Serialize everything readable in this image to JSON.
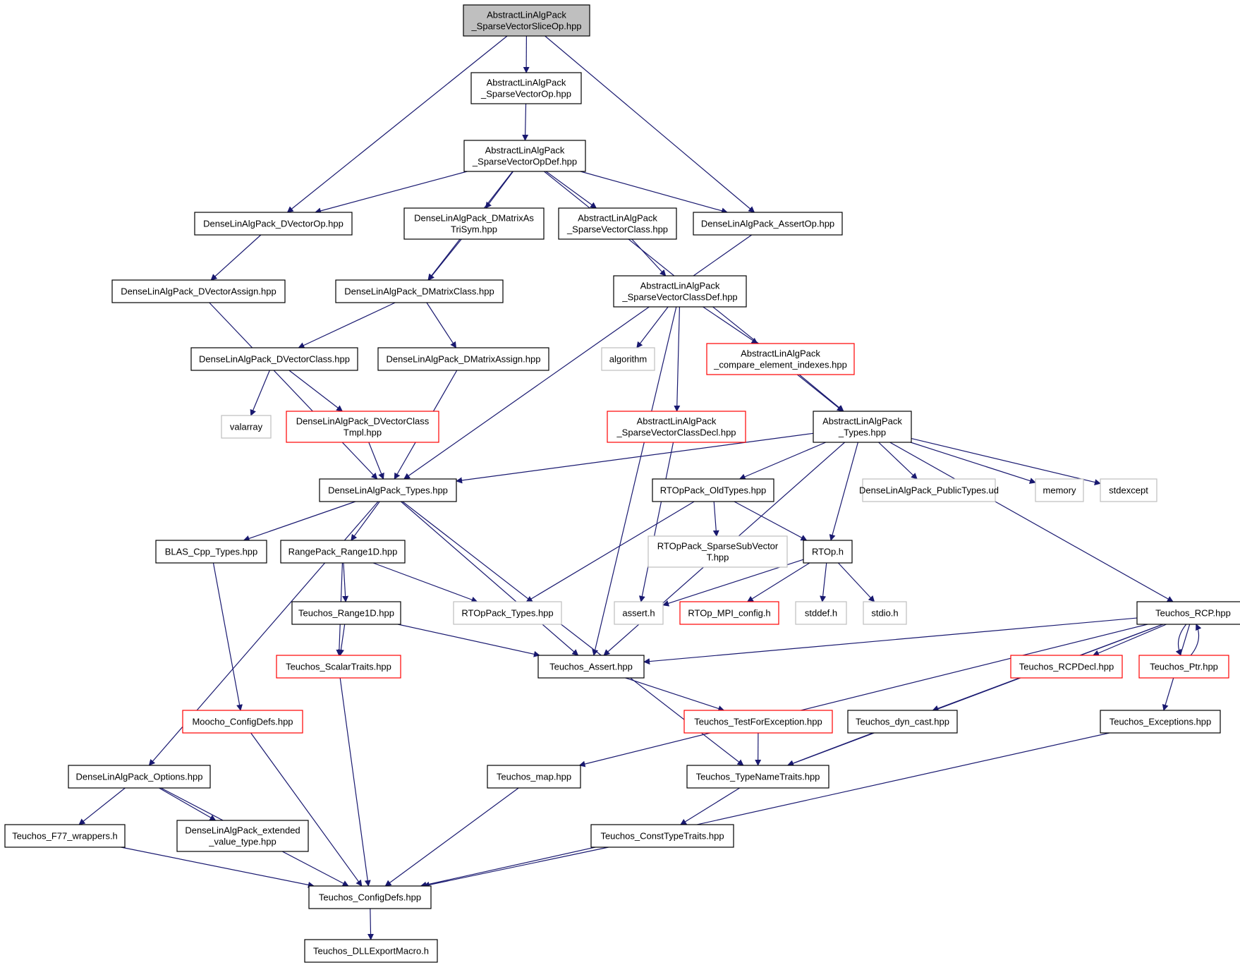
{
  "nodes": [
    {
      "id": "n0",
      "lines": [
        "AbstractLinAlgPack",
        "_SparseVectorSliceOp.hpp"
      ],
      "style": "root"
    },
    {
      "id": "n1",
      "lines": [
        "AbstractLinAlgPack",
        "_SparseVectorOp.hpp"
      ],
      "style": "normal"
    },
    {
      "id": "n2",
      "lines": [
        "AbstractLinAlgPack",
        "_SparseVectorOpDef.hpp"
      ],
      "style": "normal"
    },
    {
      "id": "n3",
      "lines": [
        "DenseLinAlgPack_DVectorOp.hpp"
      ],
      "style": "normal"
    },
    {
      "id": "n4",
      "lines": [
        "DenseLinAlgPack_DMatrixAs",
        "TriSym.hpp"
      ],
      "style": "normal"
    },
    {
      "id": "n5",
      "lines": [
        "AbstractLinAlgPack",
        "_SparseVectorClass.hpp"
      ],
      "style": "normal"
    },
    {
      "id": "n6",
      "lines": [
        "DenseLinAlgPack_AssertOp.hpp"
      ],
      "style": "normal"
    },
    {
      "id": "n7",
      "lines": [
        "DenseLinAlgPack_DVectorAssign.hpp"
      ],
      "style": "normal"
    },
    {
      "id": "n8",
      "lines": [
        "DenseLinAlgPack_DMatrixClass.hpp"
      ],
      "style": "normal"
    },
    {
      "id": "n9",
      "lines": [
        "AbstractLinAlgPack",
        "_SparseVectorClassDef.hpp"
      ],
      "style": "normal"
    },
    {
      "id": "n10",
      "lines": [
        "DenseLinAlgPack_DVectorClass.hpp"
      ],
      "style": "normal"
    },
    {
      "id": "n11",
      "lines": [
        "DenseLinAlgPack_DMatrixAssign.hpp"
      ],
      "style": "normal"
    },
    {
      "id": "n12",
      "lines": [
        "algorithm"
      ],
      "style": "system"
    },
    {
      "id": "n13",
      "lines": [
        "AbstractLinAlgPack",
        "_compare_element_indexes.hpp"
      ],
      "style": "truncated"
    },
    {
      "id": "n14",
      "lines": [
        "valarray"
      ],
      "style": "system"
    },
    {
      "id": "n15",
      "lines": [
        "DenseLinAlgPack_DVectorClass",
        "Tmpl.hpp"
      ],
      "style": "truncated"
    },
    {
      "id": "n16",
      "lines": [
        "AbstractLinAlgPack",
        "_SparseVectorClassDecl.hpp"
      ],
      "style": "truncated"
    },
    {
      "id": "n17",
      "lines": [
        "AbstractLinAlgPack",
        "_Types.hpp"
      ],
      "style": "normal"
    },
    {
      "id": "n18",
      "lines": [
        "DenseLinAlgPack_Types.hpp"
      ],
      "style": "normal"
    },
    {
      "id": "n19",
      "lines": [
        "RTOpPack_OldTypes.hpp"
      ],
      "style": "normal"
    },
    {
      "id": "n20",
      "lines": [
        "DenseLinAlgPack_PublicTypes.ud"
      ],
      "style": "system"
    },
    {
      "id": "n21",
      "lines": [
        "memory"
      ],
      "style": "system"
    },
    {
      "id": "n22",
      "lines": [
        "stdexcept"
      ],
      "style": "system"
    },
    {
      "id": "n23",
      "lines": [
        "BLAS_Cpp_Types.hpp"
      ],
      "style": "normal"
    },
    {
      "id": "n24",
      "lines": [
        "RangePack_Range1D.hpp"
      ],
      "style": "normal"
    },
    {
      "id": "n25",
      "lines": [
        "RTOpPack_SparseSubVector",
        "T.hpp"
      ],
      "style": "system"
    },
    {
      "id": "n26",
      "lines": [
        "RTOp.h"
      ],
      "style": "normal"
    },
    {
      "id": "n27",
      "lines": [
        "Teuchos_Range1D.hpp"
      ],
      "style": "normal"
    },
    {
      "id": "n28",
      "lines": [
        "RTOpPack_Types.hpp"
      ],
      "style": "system"
    },
    {
      "id": "n29",
      "lines": [
        "assert.h"
      ],
      "style": "system"
    },
    {
      "id": "n30",
      "lines": [
        "RTOp_MPI_config.h"
      ],
      "style": "truncated"
    },
    {
      "id": "n31",
      "lines": [
        "stddef.h"
      ],
      "style": "system"
    },
    {
      "id": "n32",
      "lines": [
        "stdio.h"
      ],
      "style": "system"
    },
    {
      "id": "n33",
      "lines": [
        "Teuchos_RCP.hpp"
      ],
      "style": "normal"
    },
    {
      "id": "n34",
      "lines": [
        "Teuchos_ScalarTraits.hpp"
      ],
      "style": "truncated"
    },
    {
      "id": "n35",
      "lines": [
        "Teuchos_Assert.hpp"
      ],
      "style": "normal"
    },
    {
      "id": "n36",
      "lines": [
        "Teuchos_RCPDecl.hpp"
      ],
      "style": "truncated"
    },
    {
      "id": "n37",
      "lines": [
        "Teuchos_Ptr.hpp"
      ],
      "style": "truncated"
    },
    {
      "id": "n38",
      "lines": [
        "Moocho_ConfigDefs.hpp"
      ],
      "style": "truncated"
    },
    {
      "id": "n39",
      "lines": [
        "Teuchos_TestForException.hpp"
      ],
      "style": "truncated"
    },
    {
      "id": "n40",
      "lines": [
        "Teuchos_dyn_cast.hpp"
      ],
      "style": "normal"
    },
    {
      "id": "n41",
      "lines": [
        "Teuchos_Exceptions.hpp"
      ],
      "style": "normal"
    },
    {
      "id": "n42",
      "lines": [
        "DenseLinAlgPack_Options.hpp"
      ],
      "style": "normal"
    },
    {
      "id": "n43",
      "lines": [
        "Teuchos_map.hpp"
      ],
      "style": "normal"
    },
    {
      "id": "n44",
      "lines": [
        "Teuchos_TypeNameTraits.hpp"
      ],
      "style": "normal"
    },
    {
      "id": "n45",
      "lines": [
        "Teuchos_F77_wrappers.h"
      ],
      "style": "normal"
    },
    {
      "id": "n46",
      "lines": [
        "DenseLinAlgPack_extended",
        "_value_type.hpp"
      ],
      "style": "normal"
    },
    {
      "id": "n47",
      "lines": [
        "Teuchos_ConstTypeTraits.hpp"
      ],
      "style": "normal"
    },
    {
      "id": "n48",
      "lines": [
        "Teuchos_ConfigDefs.hpp"
      ],
      "style": "normal"
    },
    {
      "id": "n49",
      "lines": [
        "Teuchos_DLLExportMacro.h"
      ],
      "style": "normal"
    }
  ],
  "edges": [
    [
      "n0",
      "n1"
    ],
    [
      "n0",
      "n3"
    ],
    [
      "n0",
      "n6"
    ],
    [
      "n1",
      "n2"
    ],
    [
      "n2",
      "n3"
    ],
    [
      "n2",
      "n4"
    ],
    [
      "n2",
      "n5"
    ],
    [
      "n2",
      "n6"
    ],
    [
      "n2",
      "n8"
    ],
    [
      "n2",
      "n17"
    ],
    [
      "n3",
      "n7"
    ],
    [
      "n4",
      "n8"
    ],
    [
      "n5",
      "n9"
    ],
    [
      "n6",
      "n18"
    ],
    [
      "n7",
      "n18"
    ],
    [
      "n8",
      "n10"
    ],
    [
      "n8",
      "n11"
    ],
    [
      "n9",
      "n12"
    ],
    [
      "n9",
      "n13"
    ],
    [
      "n9",
      "n16"
    ],
    [
      "n9",
      "n35"
    ],
    [
      "n10",
      "n14"
    ],
    [
      "n10",
      "n15"
    ],
    [
      "n11",
      "n18"
    ],
    [
      "n13",
      "n17"
    ],
    [
      "n15",
      "n18"
    ],
    [
      "n16",
      "n29"
    ],
    [
      "n17",
      "n18"
    ],
    [
      "n17",
      "n19"
    ],
    [
      "n17",
      "n20"
    ],
    [
      "n17",
      "n21"
    ],
    [
      "n17",
      "n22"
    ],
    [
      "n17",
      "n26"
    ],
    [
      "n17",
      "n33"
    ],
    [
      "n17",
      "n35"
    ],
    [
      "n18",
      "n23"
    ],
    [
      "n18",
      "n24"
    ],
    [
      "n18",
      "n35"
    ],
    [
      "n18",
      "n42"
    ],
    [
      "n18",
      "n44"
    ],
    [
      "n19",
      "n25"
    ],
    [
      "n19",
      "n26"
    ],
    [
      "n19",
      "n28"
    ],
    [
      "n23",
      "n38"
    ],
    [
      "n24",
      "n27"
    ],
    [
      "n24",
      "n28"
    ],
    [
      "n24",
      "n34"
    ],
    [
      "n26",
      "n29"
    ],
    [
      "n26",
      "n30"
    ],
    [
      "n26",
      "n31"
    ],
    [
      "n26",
      "n32"
    ],
    [
      "n27",
      "n34"
    ],
    [
      "n27",
      "n35"
    ],
    [
      "n33",
      "n35"
    ],
    [
      "n33",
      "n36"
    ],
    [
      "n33",
      "n37"
    ],
    [
      "n33",
      "n40"
    ],
    [
      "n33",
      "n41"
    ],
    [
      "n33",
      "n43"
    ],
    [
      "n33",
      "n44"
    ],
    [
      "n37",
      "n33"
    ],
    [
      "n34",
      "n48"
    ],
    [
      "n35",
      "n39"
    ],
    [
      "n38",
      "n48"
    ],
    [
      "n39",
      "n44"
    ],
    [
      "n40",
      "n44"
    ],
    [
      "n41",
      "n48"
    ],
    [
      "n42",
      "n45"
    ],
    [
      "n42",
      "n46"
    ],
    [
      "n42",
      "n48"
    ],
    [
      "n43",
      "n48"
    ],
    [
      "n44",
      "n47"
    ],
    [
      "n45",
      "n48"
    ],
    [
      "n47",
      "n48"
    ],
    [
      "n48",
      "n49"
    ]
  ],
  "colors": {
    "edge": "#191970",
    "root_fill": "#bfbfbf",
    "normal_border": "#000000",
    "truncated_border": "#ff0000",
    "system_border": "#bfbfbf",
    "text": "#000000"
  }
}
